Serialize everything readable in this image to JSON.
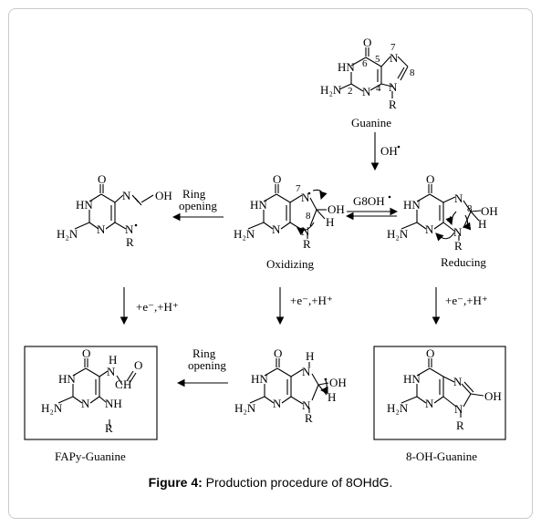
{
  "figure": {
    "caption_label": "Figure 4:",
    "caption_text": "Production procedure of 8OHdG."
  },
  "labels": {
    "guanine": "Guanine",
    "oxidizing": "Oxidizing",
    "reducing": "Reducing",
    "fapy_guanine": "FAPy-Guanine",
    "oh_guanine": "8-OH-Guanine"
  },
  "arrows": {
    "oh_radical": "OH",
    "g8oh": "G8OH",
    "ring_opening_line1": "Ring",
    "ring_opening_line2": "opening",
    "electron_proton": "+e⁻,+H⁺"
  },
  "atoms": {
    "O": "O",
    "N": "N",
    "HN": "HN",
    "NH": "NH",
    "H2N": "H₂N",
    "H": "H",
    "OH": "OH",
    "R": "R",
    "num2": "2",
    "num4": "4",
    "num5": "5",
    "num6": "6",
    "num7": "7",
    "num8": "8"
  }
}
